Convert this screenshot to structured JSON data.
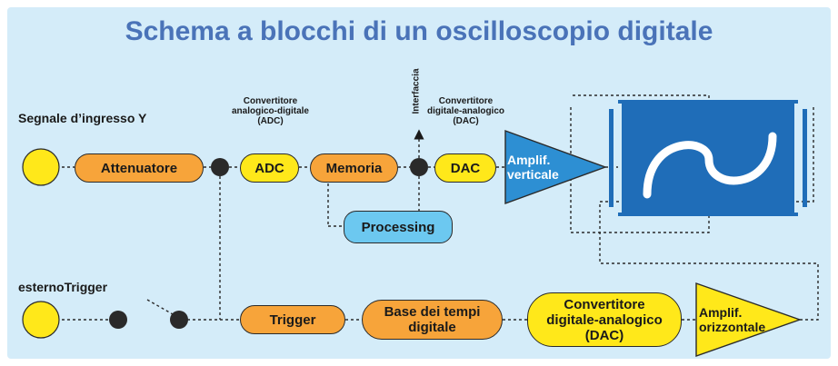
{
  "title": "Schema a blocchi di un oscilloscopio digitale",
  "labels": {
    "signal_input": "Segnale d’ingresso Y",
    "external_trigger": "esternoTrigger",
    "adc_caption": "Convertitore analogico-digitale (ADC)",
    "dac_caption": "Convertitore digitale-analogico (DAC)",
    "interface": "Interfaccia"
  },
  "blocks": {
    "attenuator": "Attenuatore",
    "adc": "ADC",
    "memory": "Memoria",
    "dac": "DAC",
    "vertical_amp": "Amplif. verticale",
    "processing": "Processing",
    "trigger": "Trigger",
    "timebase": "Base dei tempi digitale",
    "converter_bottom": "Convertitore digitale-analogico (DAC)",
    "horizontal_amp": "Amplif. orizzontale"
  },
  "colors": {
    "title": "#4a73b8",
    "background": "#d4ecf9",
    "orange_block": "#f7a43a",
    "yellow_block": "#ffe81a",
    "blue_block": "#6cc8f0",
    "screen": "#1f6db8"
  }
}
